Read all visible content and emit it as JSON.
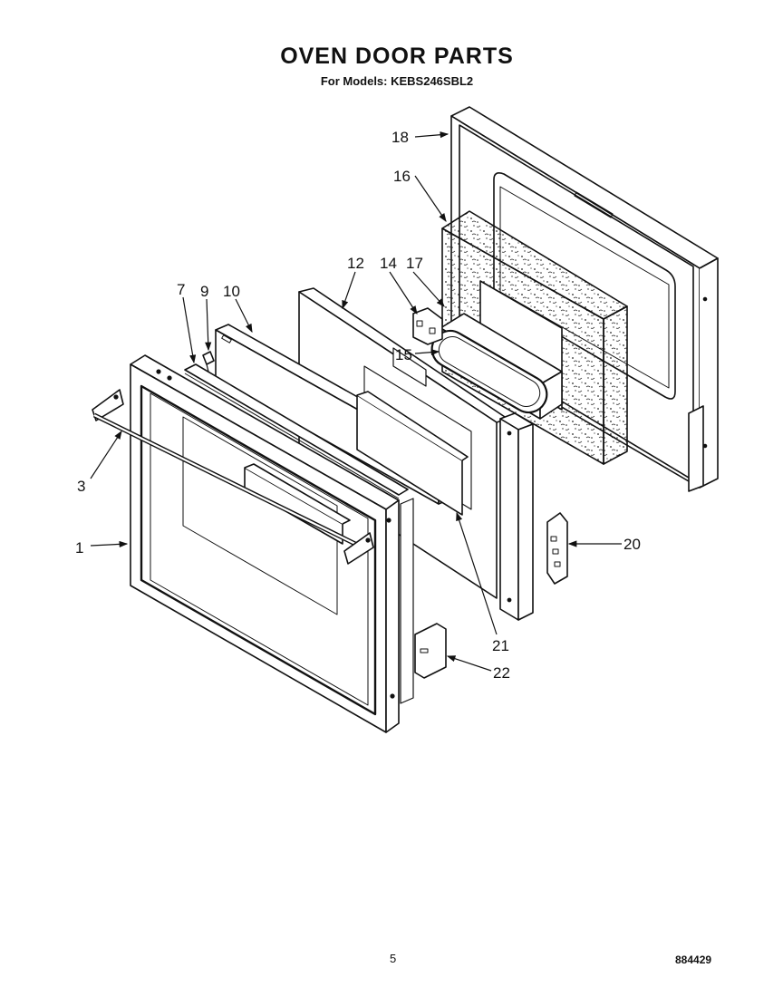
{
  "header": {
    "title": "OVEN DOOR PARTS",
    "subtitle": "For Models: KEBS246SBL2"
  },
  "callouts": [
    "18",
    "16",
    "12",
    "14",
    "17",
    "7",
    "9",
    "10",
    "15",
    "3",
    "1",
    "20",
    "21",
    "22"
  ],
  "footer": {
    "page_number": "5",
    "figure_code": "884429"
  }
}
